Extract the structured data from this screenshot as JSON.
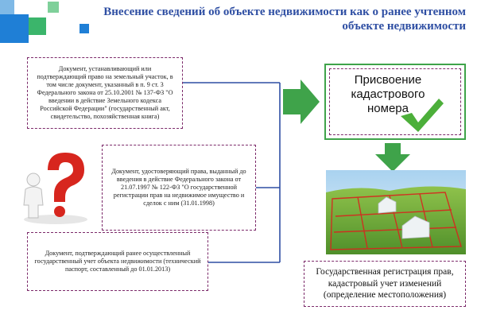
{
  "title": {
    "line1": "Внесение сведений об объекте недвижимости как о ранее учтенном",
    "line2": "объекте недвижимости"
  },
  "documents": [
    {
      "text": "Документ, устанавливающий или подтверждающий право на земельный участок, в том числе документ, указанный в п. 9 ст. 3 Федерального закона от 25.10.2001 № 137-ФЗ \"О введении в действие Земельного кодекса Российской Федерации\" (государственный акт, свидетельство, похозяйственная книга)"
    },
    {
      "text": "Документ, удостоверяющий права, выданный до введения в действие Федерального закона от 21.07.1997 № 122-ФЗ \"О государственной регистрации прав на недвижимое имущество и сделок с ним (31.01.1998)"
    },
    {
      "text": "Документ, подтверждающий ранее осуществленный государственный учет объекта недвижимости (технический паспорт, составленный до 01.01.2013)"
    }
  ],
  "result_top": {
    "text": "Присвоение кадастрового номера"
  },
  "result_bottom": {
    "text": "Государственная регистрация прав, кадастровый учет изменений (определение местоположения)"
  },
  "colors": {
    "title": "#2f4fa3",
    "connector": "#2f4fa3",
    "arrow": "#3fa34a",
    "box_border": "#7c2a6a",
    "check": "#4caf3a",
    "question": "#d7261e"
  }
}
